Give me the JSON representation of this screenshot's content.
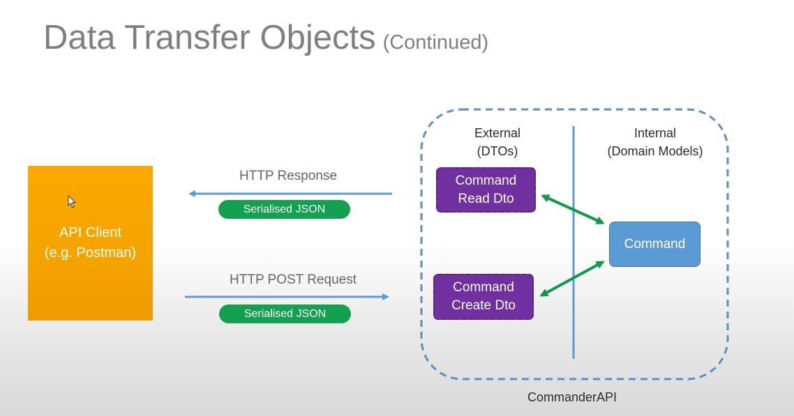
{
  "title": {
    "main": "Data Transfer Objects",
    "sub": "(Continued)"
  },
  "client": {
    "line1": "API Client",
    "line2": "(e.g. Postman)"
  },
  "flows": {
    "response_label": "HTTP Response",
    "response_payload": "Serialised JSON",
    "request_label": "HTTP POST Request",
    "request_payload": "Serialised JSON"
  },
  "api": {
    "name": "CommanderAPI",
    "external": {
      "line1": "External",
      "line2": "(DTOs)"
    },
    "internal": {
      "line1": "Internal",
      "line2": "(Domain Models)"
    },
    "read_dto": {
      "line1": "Command",
      "line2": "Read Dto"
    },
    "create_dto": {
      "line1": "Command",
      "line2": "Create Dto"
    },
    "model": "Command"
  },
  "colors": {
    "client": "#f5a300",
    "arrow": "#5b9bd5",
    "payload": "#13a050",
    "dto": "#7030a0",
    "model": "#5b9bd5",
    "mapping_arrow": "#0f9a4a",
    "boundary": "#5b8fc4",
    "title": "#7f7f7f"
  },
  "icons": {
    "cursor": "mouse-pointer-icon"
  }
}
